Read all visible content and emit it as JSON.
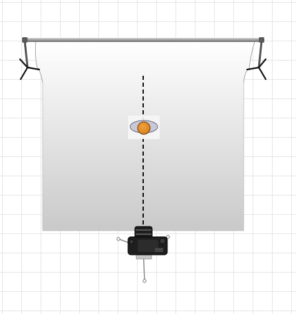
{
  "title": "",
  "diagram": {
    "kind": "studio-lighting-setup",
    "grid": true,
    "colors": {
      "grid": "#e6e6e6",
      "backdrop_top": "#ffffff",
      "backdrop_mid": "#f3f3f3",
      "backdrop_bottom": "#c9c9c9",
      "crossbar": "#8f8f8f",
      "stand": "#111111",
      "subject_body": "#c9c9d6",
      "subject_head": "#d8801a",
      "camera_body": "#1e1e1e",
      "sight_line": "#111111"
    },
    "elements": [
      {
        "id": "backdrop",
        "name": "paper-backdrop-icon"
      },
      {
        "id": "crossbar",
        "name": "backdrop-crossbar-icon"
      },
      {
        "id": "stand-left",
        "name": "backdrop-stand-left-icon"
      },
      {
        "id": "stand-right",
        "name": "backdrop-stand-right-icon"
      },
      {
        "id": "subject",
        "name": "subject-person-icon"
      },
      {
        "id": "camera",
        "name": "camera-on-tripod-icon"
      },
      {
        "id": "sight-line",
        "name": "camera-sight-line"
      }
    ]
  }
}
